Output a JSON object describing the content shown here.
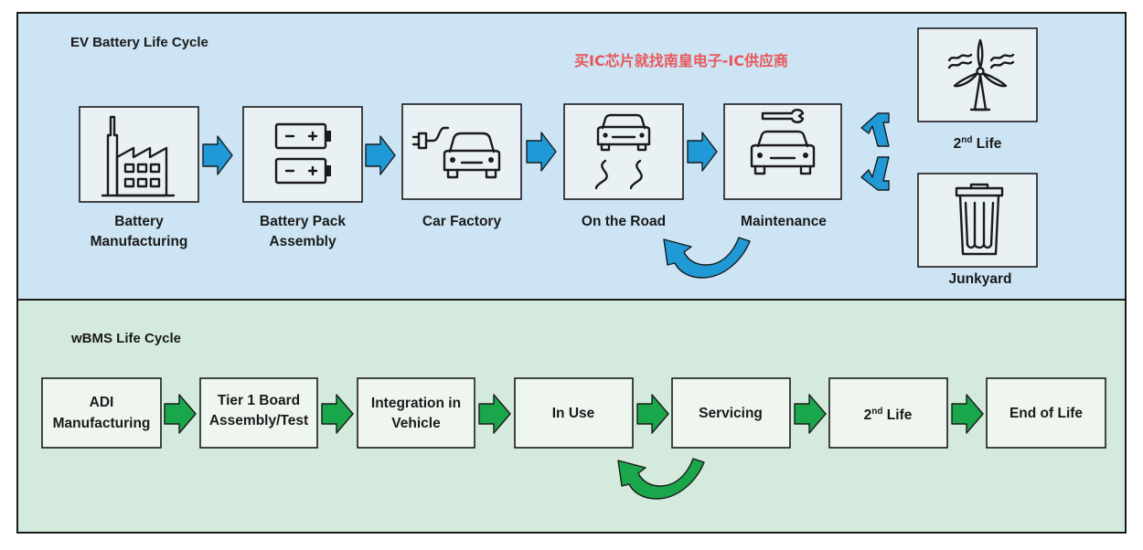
{
  "sections": {
    "ev": {
      "title": "EV Battery Life Cycle",
      "bg": "#cce4f4"
    },
    "wbms": {
      "title": "wBMS Life Cycle",
      "bg": "#d4eadc"
    }
  },
  "watermark": "买IC芯片就找南皇电子-IC供应商",
  "ev_steps": [
    {
      "line1": "Battery",
      "line2": "Manufacturing",
      "icon": "factory-icon"
    },
    {
      "line1": "Battery Pack",
      "line2": "Assembly",
      "icon": "battery-pack-icon"
    },
    {
      "line1": "Car Factory",
      "line2": "",
      "icon": "ev-plug-car-icon"
    },
    {
      "line1": "On the Road",
      "line2": "",
      "icon": "car-road-icon"
    },
    {
      "line1": "Maintenance",
      "line2": "",
      "icon": "car-wrench-icon"
    }
  ],
  "ev_end": {
    "second_life": {
      "base": "2",
      "sup": "nd",
      "rest": " Life",
      "icon": "wind-turbine-icon"
    },
    "junkyard": {
      "label": "Junkyard",
      "icon": "trash-can-icon"
    }
  },
  "wbms_steps": [
    {
      "line1": "ADI",
      "line2": "Manufacturing"
    },
    {
      "line1": "Tier 1 Board",
      "line2": "Assembly/Test"
    },
    {
      "line1": "Integration in",
      "line2": "Vehicle"
    },
    {
      "line1": "In Use",
      "line2": ""
    },
    {
      "line1": "Servicing",
      "line2": ""
    },
    {
      "line1": "2",
      "sup": "nd",
      "rest": " Life"
    },
    {
      "line1": "End of Life",
      "line2": ""
    }
  ],
  "colors": {
    "blue_arrow": "#1f9ad6",
    "green_arrow": "#1aa64b",
    "watermark": "#e8575a"
  }
}
